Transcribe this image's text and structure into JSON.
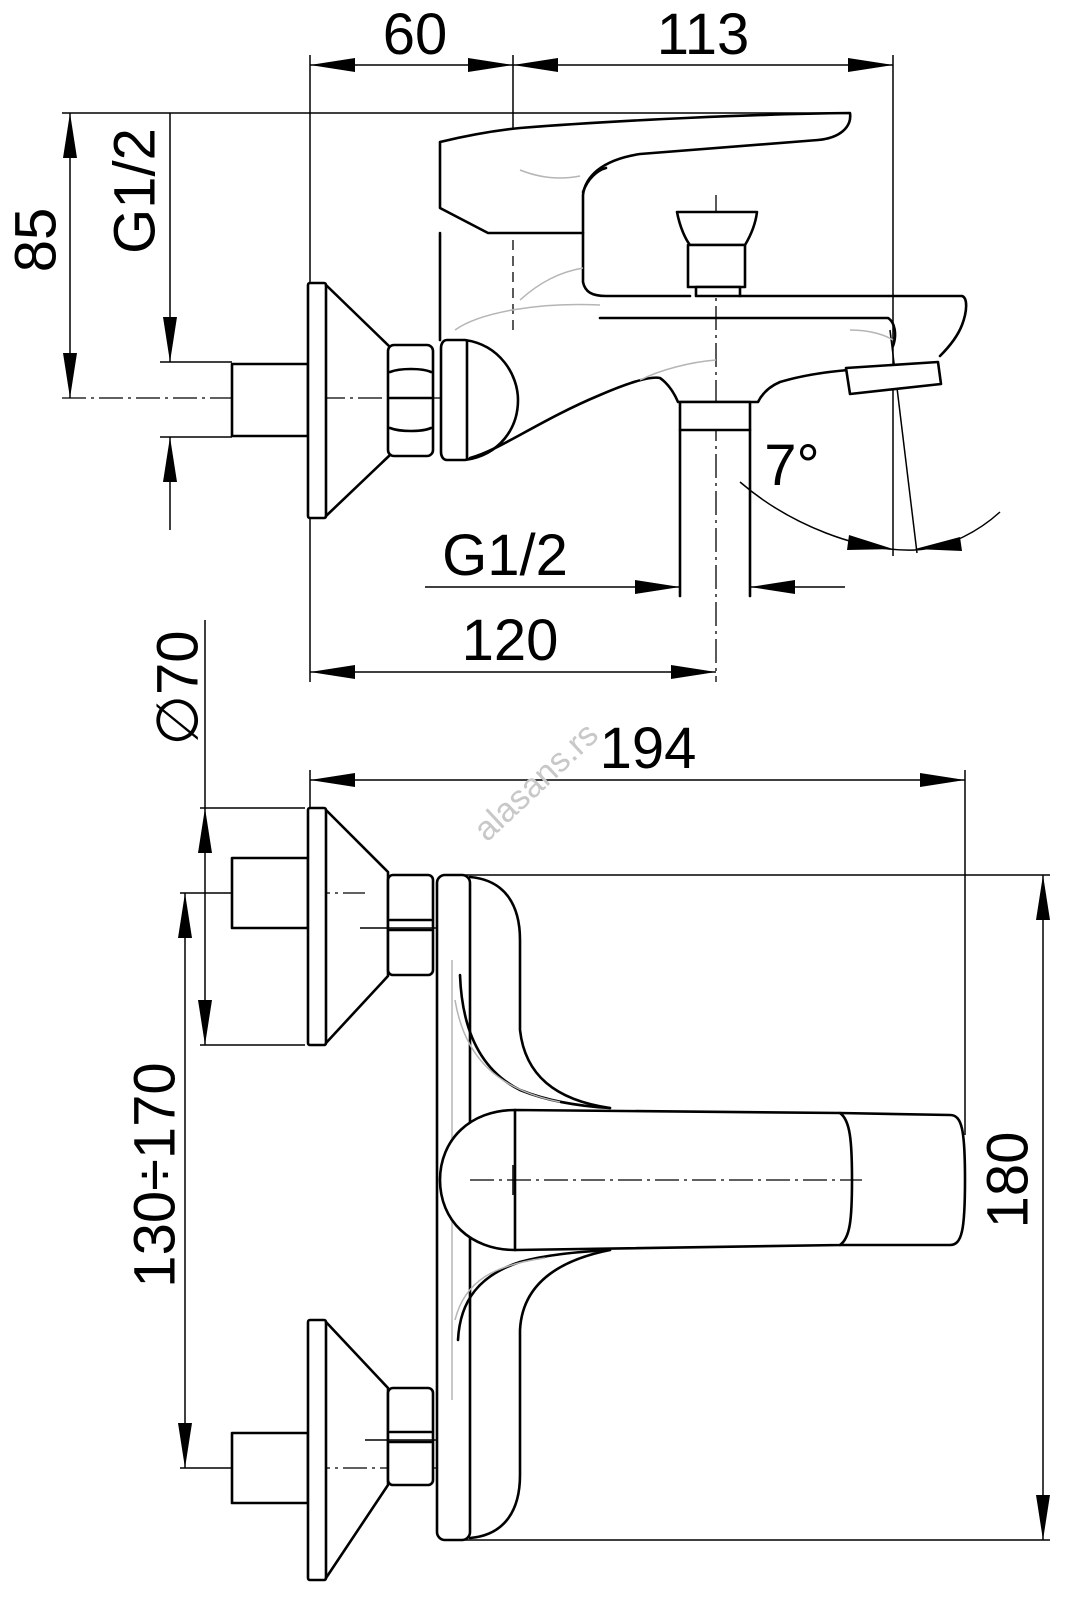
{
  "side_view": {
    "dim_width_left": "60",
    "dim_width_right": "113",
    "dim_height": "85",
    "inlet_thread": "G1/2",
    "outlet_thread": "G1/2",
    "dim_outlet_offset": "120",
    "spout_angle": "7°"
  },
  "top_view": {
    "flange_diameter": "∅70",
    "dim_total_length": "194",
    "dim_inlet_spacing": "130÷170",
    "dim_body_height": "180"
  },
  "watermark": "alasans.rs",
  "colors": {
    "line": "#000000",
    "hidden_line": "#b5b5b5",
    "watermark": "#c8c8c8"
  }
}
